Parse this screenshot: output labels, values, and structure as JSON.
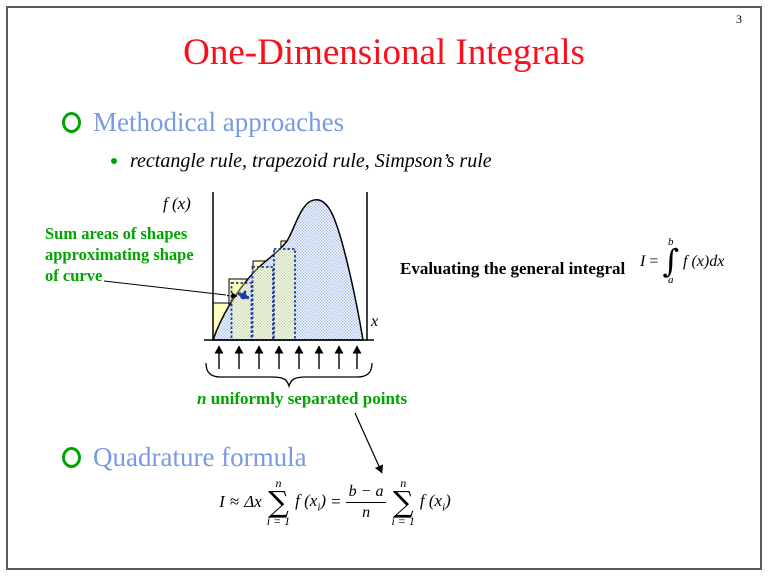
{
  "page": {
    "number": "3"
  },
  "title": {
    "text": "One-Dimensional Integrals"
  },
  "bullets": {
    "methodical": "Methodical approaches",
    "sub": "rectangle rule, trapezoid rule, Simpson’s rule",
    "quadrature": "Quadrature formula"
  },
  "diagram": {
    "fx_label": "f (x)",
    "x_label": "x",
    "callout": {
      "line1": "Sum areas of shapes",
      "line2": "approximating shape",
      "line3": "of curve"
    },
    "points_n": "n",
    "points_rest": " uniformly separated points"
  },
  "integral": {
    "prefix": "Evaluating the general integral",
    "lhs": "I",
    "eq": "=",
    "symbol": "∫",
    "upper": "b",
    "lower": "a",
    "body": "f (x)dx"
  },
  "formula": {
    "lhs": "I",
    "approx": "≈",
    "coeff": "Δx",
    "sigma": "∑",
    "sum_upper": "n",
    "sum_lower": "i = 1",
    "term_f": "f (x",
    "term_sub": "i",
    "term_close": ")",
    "eq": "=",
    "frac_num": "b − a",
    "frac_den": "n"
  },
  "colors": {
    "title_red": "#fa0f1a",
    "heading_blue": "#7a99e5",
    "green": "#00a300",
    "curve_fill": "#a9c1e8",
    "step_yellow": "#ffffc0",
    "dashed_navy": "#1f3ca6",
    "border_gray": "#595959"
  }
}
